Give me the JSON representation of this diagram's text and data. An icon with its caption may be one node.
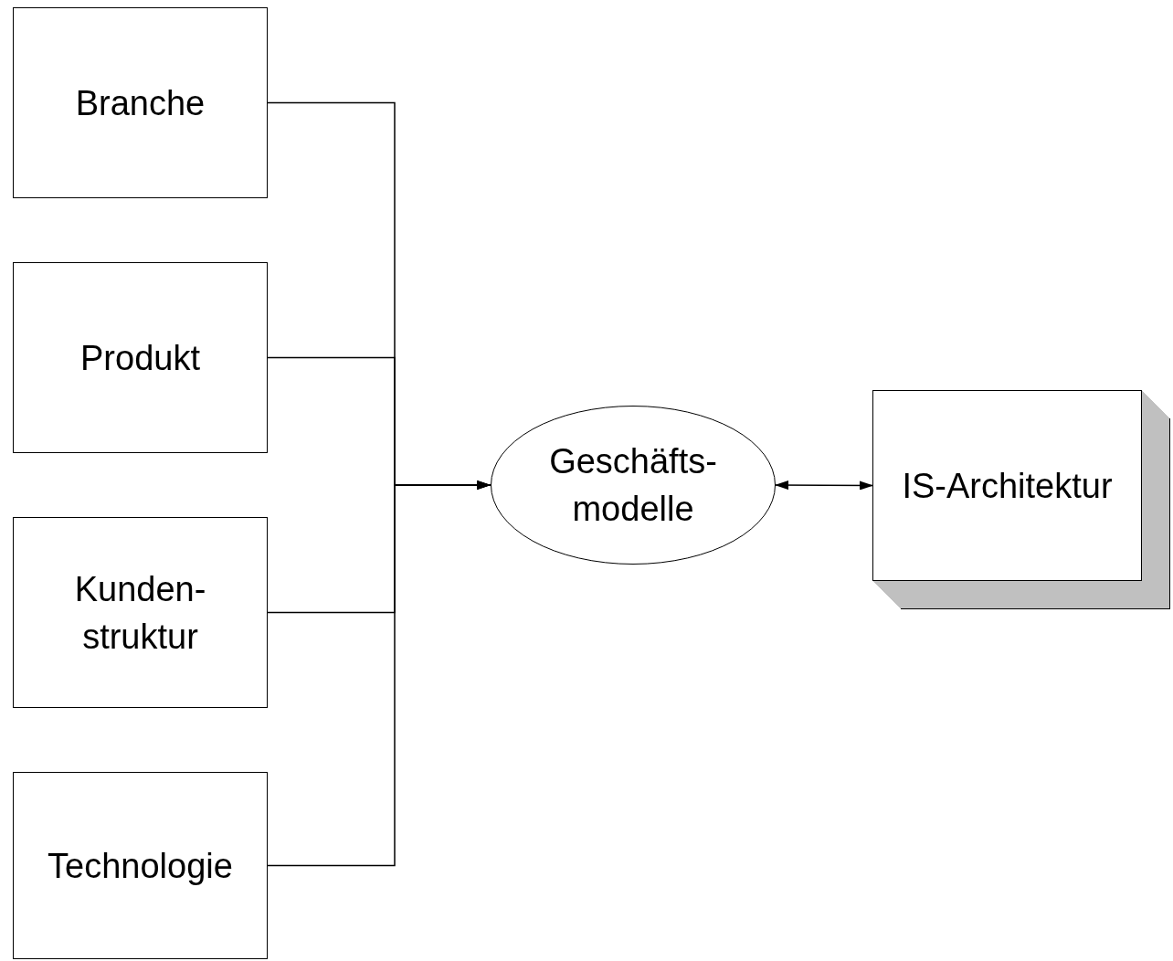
{
  "diagram": {
    "nodes": [
      {
        "text": [
          "Branche"
        ]
      },
      {
        "text": [
          "Produkt"
        ]
      },
      {
        "text": [
          "Kunden- struktur"
        ]
      },
      {
        "text": [
          "Technologie"
        ]
      },
      {
        "text": [
          "Geschäfts- modelle"
        ]
      },
      {
        "text": [
          "IS-Architektur"
        ]
      }
    ],
    "edges": [
      {
        "from": 0,
        "to": 4,
        "arrow": "to"
      },
      {
        "from": 1,
        "to": 4,
        "arrow": "to"
      },
      {
        "from": 2,
        "to": 4,
        "arrow": "to"
      },
      {
        "from": 3,
        "to": 4,
        "arrow": "to"
      },
      {
        "from": 4,
        "to": 5,
        "arrow": "both"
      }
    ]
  }
}
